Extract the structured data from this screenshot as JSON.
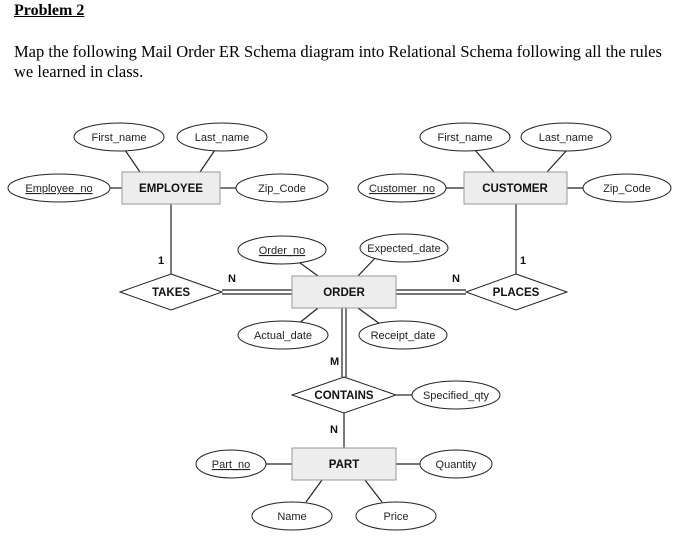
{
  "heading": "Problem 2",
  "instructions": "Map the following Mail Order ER Schema diagram into Relational Schema following all the rules we learned in class.",
  "diagram": {
    "entities": {
      "employee": "EMPLOYEE",
      "customer": "CUSTOMER",
      "order": "ORDER",
      "part": "PART"
    },
    "relationships": {
      "takes": "TAKES",
      "places": "PLACES",
      "contains": "CONTAINS"
    },
    "attributes": {
      "emp_first_name": "First_name",
      "emp_last_name": "Last_name",
      "employee_no": "Employee_no",
      "emp_zip_code": "Zip_Code",
      "cust_first_name": "First_name",
      "cust_last_name": "Last_name",
      "customer_no": "Customer_no",
      "cust_zip_code": "Zip_Code",
      "order_no": "Order_no",
      "expected_date": "Expected_date",
      "actual_date": "Actual_date",
      "receipt_date": "Receipt_date",
      "specified_qty": "Specified_qty",
      "part_no": "Part_no",
      "quantity": "Quantity",
      "name": "Name",
      "price": "Price"
    },
    "cardinalities": {
      "employee_takes": "1",
      "takes_order": "N",
      "order_places": "N",
      "places_customer": "1",
      "order_contains": "M",
      "contains_part": "N"
    }
  }
}
